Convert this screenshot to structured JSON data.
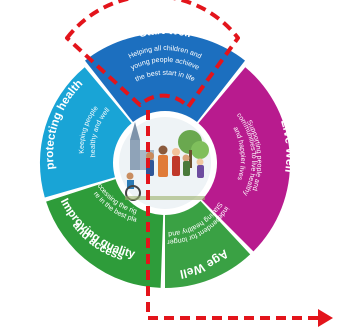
{
  "segments": {
    "start_well": {
      "title": "Start Well",
      "desc_line1": "Helping all children and",
      "desc_line2": "young people achieve",
      "desc_line3": "the best start in life",
      "color": "#1c6fbf"
    },
    "live_well": {
      "title": "Live Well",
      "desc_line1": "Supporting people and",
      "desc_line2": "communities to live healthy",
      "desc_line3": "and happier lives",
      "color": "#b81b8e"
    },
    "age_well": {
      "title": "Age Well",
      "desc_line1": "Staying healthy and",
      "desc_line2": "independent for longer",
      "color": "#3aa144"
    },
    "improving_quality": {
      "title_line1": "Improving quality",
      "title_line2": "and access",
      "desc_line1": "Accessing the right",
      "desc_line2": "care in the best place",
      "color": "#2e9c3a"
    },
    "promoting_health": {
      "title_line1": "Promoting and",
      "title_line2": "protecting health",
      "desc_line1": "Keeping people",
      "desc_line2": "healthy and well",
      "color": "#19a4d6"
    }
  },
  "accent_color": "#e3141b"
}
